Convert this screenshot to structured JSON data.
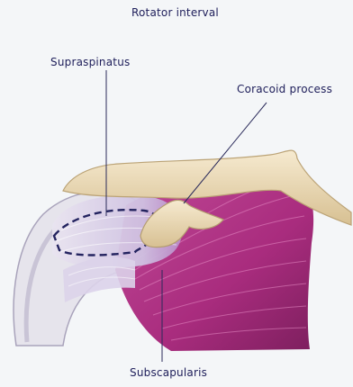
{
  "diagram": {
    "title": "Rotator interval",
    "labels": {
      "supraspinatus": "Supraspinatus",
      "coracoid": "Coracoid process",
      "subscapularis": "Subscapularis"
    },
    "colors": {
      "background": "#f4f6f8",
      "muscle": "#b23a8a",
      "muscle_dark": "#7d1f5e",
      "tendon": "#dfd7ee",
      "bone": "#efe0bd",
      "bone_shadow": "#cdb58a",
      "humerus": "#e8e6ee",
      "dashed_outline": "#23235f",
      "text": "#1e1e5a"
    }
  }
}
